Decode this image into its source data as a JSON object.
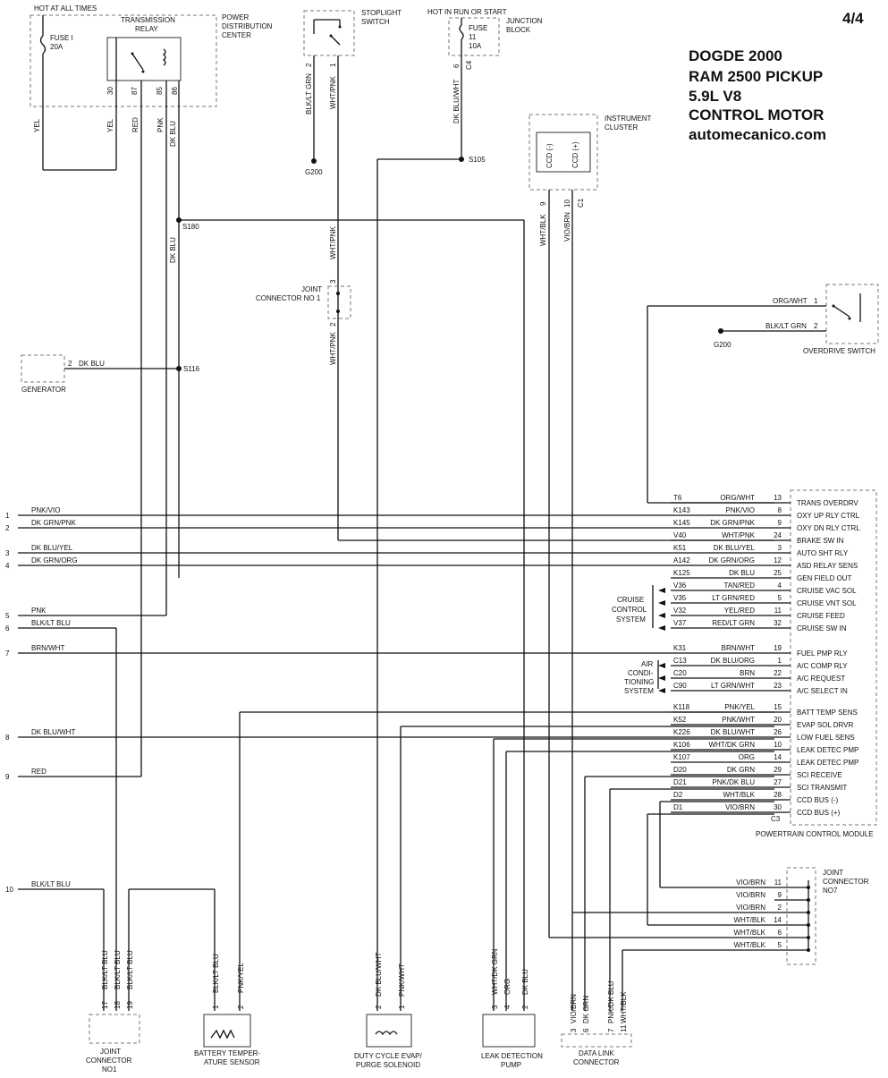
{
  "page": "4/4",
  "header": {
    "line1": "DOGDE 2000",
    "line2": "RAM 2500 PICKUP",
    "line3": "5.9L V8",
    "line4": "CONTROL MOTOR",
    "line5": "automecanico.com"
  },
  "components": {
    "hot_all_times": "HOT AT ALL TIMES",
    "fuse1": "FUSE I",
    "fuse1_amp": "20A",
    "trans_relay1": "TRANSMISSION",
    "trans_relay2": "RELAY",
    "pdc1": "POWER",
    "pdc2": "DISTRIBUTION",
    "pdc3": "CENTER",
    "stoplight1": "STOPLIGHT",
    "stoplight2": "SWITCH",
    "hot_run": "HOT IN RUN OR START",
    "fuse11": "FUSE",
    "fuse11_num": "11",
    "fuse11_amp": "10A",
    "junction1": "JUNCTION",
    "junction2": "BLOCK",
    "cluster1": "INSTRUMENT",
    "cluster2": "CLUSTER",
    "ccd_minus": "CCD (-)",
    "ccd_plus": "CCD (+)",
    "g200": "G200",
    "s105": "S105",
    "s180": "S180",
    "s116": "S116",
    "joint1a": "JOINT",
    "joint1b": "CONNECTOR NO 1",
    "generator": "GENERATOR",
    "overdrive": "OVERDRIVE SWITCH",
    "pcm": "POWERTRAIN CONTROL MODULE",
    "cruise1": "CRUISE",
    "cruise2": "CONTROL",
    "cruise3": "SYSTEM",
    "ac1": "AIR",
    "ac2": "CONDI-",
    "ac3": "TIONING",
    "ac4": "SYSTEM",
    "jc7a": "JOINT",
    "jc7b": "CONNECTOR",
    "jc7c": "NO7",
    "jcn1a": "JOINT",
    "jcn1b": "CONNECTOR",
    "jcn1c": "NO1",
    "batt1": "BATTERY TEMPER-",
    "batt2": "ATURE SENSOR",
    "evap1": "DUTY CYCLE EVAP/",
    "evap2": "PURGE SOLENOID",
    "leak1": "LEAK DETECTION",
    "leak2": "PUMP",
    "dlc1": "DATA LINK",
    "dlc2": "CONNECTOR"
  },
  "top_wires": {
    "yel1": "YEL",
    "yel2": "YEL",
    "red": "RED",
    "pnk": "PNK",
    "dkblu": "DK BLU",
    "p30": "30",
    "p87": "87",
    "p85": "85",
    "p86": "86",
    "blkltgrn": "BLK/LT GRN",
    "whtpnk": "WHT/PNK",
    "p2": "2",
    "p1": "1",
    "dkbluwht": "DK BLU/WHT",
    "p6": "6",
    "c4": "C4",
    "whtblk": "WHT/BLK",
    "viobrn": "VIO/BRN",
    "p9": "9",
    "p10": "10",
    "c1": "C1",
    "dkblu2": "DK BLU",
    "whtpnk2": "WHT/PNK",
    "whtpnk3": "WHT/PNK",
    "j3": "3",
    "j2": "2",
    "gen_pin": "2",
    "gen_wire": "DK BLU"
  },
  "overdrive_wires": [
    {
      "wire": "ORG/WHT",
      "pin": "1"
    },
    {
      "wire": "BLK/LT GRN",
      "pin": "2"
    }
  ],
  "left_wires": [
    {
      "num": "1",
      "color": "PNK/VIO"
    },
    {
      "num": "2",
      "color": "DK GRN/PNK"
    },
    {
      "num": "3",
      "color": "DK BLU/YEL"
    },
    {
      "num": "4",
      "color": "DK GRN/ORG"
    },
    {
      "num": "5",
      "color": "PNK"
    },
    {
      "num": "6",
      "color": "BLK/LT BLU"
    },
    {
      "num": "7",
      "color": "BRN/WHT"
    },
    {
      "num": "8",
      "color": "DK BLU/WHT"
    },
    {
      "num": "9",
      "color": "RED"
    },
    {
      "num": "10",
      "color": "BLK/LT BLU"
    }
  ],
  "pcm_pins": [
    {
      "circuit": "T6",
      "wire": "ORG/WHT",
      "pin": "13",
      "func": "TRANS OVERDRV"
    },
    {
      "circuit": "K143",
      "wire": "PNK/VIO",
      "pin": "8",
      "func": "OXY UP RLY CTRL"
    },
    {
      "circuit": "K145",
      "wire": "DK GRN/PNK",
      "pin": "9",
      "func": "OXY DN RLY CTRL"
    },
    {
      "circuit": "V40",
      "wire": "WHT/PNK",
      "pin": "24",
      "func": "BRAKE SW IN"
    },
    {
      "circuit": "K51",
      "wire": "DK BLU/YEL",
      "pin": "3",
      "func": "AUTO SHT RLY"
    },
    {
      "circuit": "A142",
      "wire": "DK GRN/ORG",
      "pin": "12",
      "func": "ASD RELAY SENS"
    },
    {
      "circuit": "K125",
      "wire": "DK BLU",
      "pin": "25",
      "func": "GEN FIELD OUT"
    },
    {
      "circuit": "V36",
      "wire": "TAN/RED",
      "pin": "4",
      "func": "CRUISE VAC SOL"
    },
    {
      "circuit": "V35",
      "wire": "LT GRN/RED",
      "pin": "5",
      "func": "CRUISE VNT SOL"
    },
    {
      "circuit": "V32",
      "wire": "YEL/RED",
      "pin": "11",
      "func": "CRUISE FEED"
    },
    {
      "circuit": "V37",
      "wire": "RED/LT GRN",
      "pin": "32",
      "func": "CRUISE SW IN"
    },
    {
      "circuit": "K31",
      "wire": "BRN/WHT",
      "pin": "19",
      "func": "FUEL PMP RLY"
    },
    {
      "circuit": "C13",
      "wire": "DK BLU/ORG",
      "pin": "1",
      "func": "A/C COMP RLY"
    },
    {
      "circuit": "C20",
      "wire": "BRN",
      "pin": "22",
      "func": "A/C REQUEST"
    },
    {
      "circuit": "C90",
      "wire": "LT GRN/WHT",
      "pin": "23",
      "func": "A/C SELECT IN"
    },
    {
      "circuit": "K118",
      "wire": "PNK/YEL",
      "pin": "15",
      "func": "BATT TEMP SENS"
    },
    {
      "circuit": "K52",
      "wire": "PNK/WHT",
      "pin": "20",
      "func": "EVAP SOL DRVR"
    },
    {
      "circuit": "K226",
      "wire": "DK BLU/WHT",
      "pin": "26",
      "func": "LOW FUEL SENS"
    },
    {
      "circuit": "K106",
      "wire": "WHT/DK GRN",
      "pin": "10",
      "func": "LEAK DETEC PMP"
    },
    {
      "circuit": "K107",
      "wire": "ORG",
      "pin": "14",
      "func": "LEAK DETEC PMP"
    },
    {
      "circuit": "D20",
      "wire": "DK GRN",
      "pin": "29",
      "func": "SCI RECEIVE"
    },
    {
      "circuit": "D21",
      "wire": "PNK/DK BLU",
      "pin": "27",
      "func": "SCI TRANSMIT"
    },
    {
      "circuit": "D2",
      "wire": "WHT/BLK",
      "pin": "28",
      "func": "CCD BUS (-)"
    },
    {
      "circuit": "D1",
      "wire": "VIO/BRN",
      "pin": "30",
      "func": "CCD BUS (+)"
    }
  ],
  "pcm_c3": "C3",
  "jc7_pins": [
    {
      "wire": "VIO/BRN",
      "pin": "11"
    },
    {
      "wire": "VIO/BRN",
      "pin": "9"
    },
    {
      "wire": "VIO/BRN",
      "pin": "2"
    },
    {
      "wire": "WHT/BLK",
      "pin": "14"
    },
    {
      "wire": "WHT/BLK",
      "pin": "6"
    },
    {
      "wire": "WHT/BLK",
      "pin": "5"
    }
  ],
  "bottom_wires": {
    "jcn1": [
      {
        "pin": "17",
        "wire": "BLK/LT BLU"
      },
      {
        "pin": "18",
        "wire": "BLK/LT BLU"
      },
      {
        "pin": "19",
        "wire": "BLK/LT BLU"
      }
    ],
    "batt": [
      {
        "pin": "1",
        "wire": "BLK/LT BLU"
      },
      {
        "pin": "2",
        "wire": "PNK/YEL"
      }
    ],
    "evap": [
      {
        "pin": "2",
        "wire": "DK BLU/WHT"
      },
      {
        "pin": "1",
        "wire": "PNK/WHT"
      }
    ],
    "leak": [
      {
        "pin": "3",
        "wire": "WHT/DK GRN"
      },
      {
        "pin": "4",
        "wire": "ORG"
      },
      {
        "pin": "2",
        "wire": "DK BLU"
      }
    ],
    "dlc": [
      {
        "pin": "3",
        "wire": "VIO/BRN"
      },
      {
        "pin": "6",
        "wire": "DK GRN"
      },
      {
        "pin": "7",
        "wire": "PNK/DK BLU"
      },
      {
        "pin": "11",
        "wire": "WHT/BLK"
      }
    ]
  }
}
